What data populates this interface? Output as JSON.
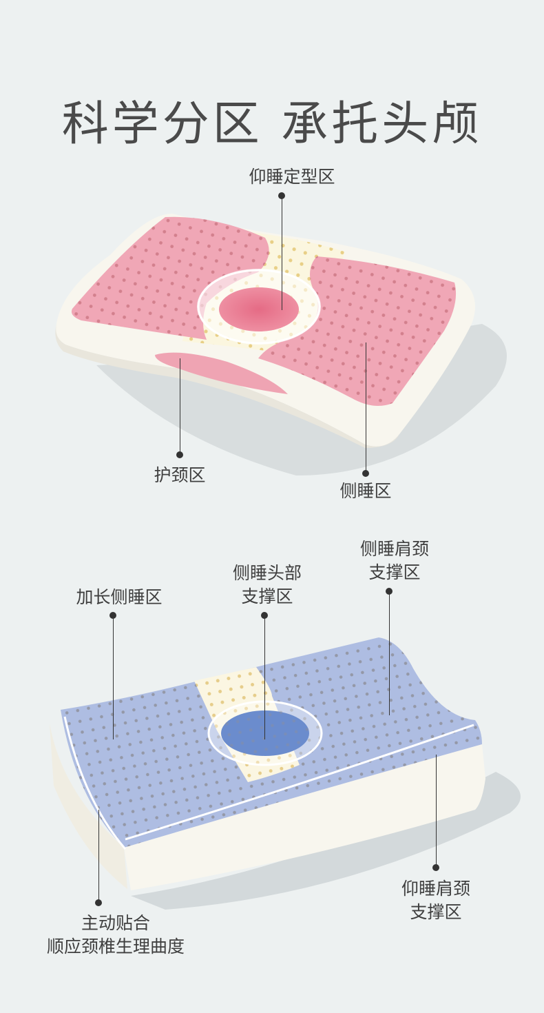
{
  "title": "科学分区 承托头颅",
  "pillow1": {
    "labels": {
      "supine": "仰睡定型区",
      "neck": "护颈区",
      "side": "侧睡区"
    }
  },
  "pillow2": {
    "labels": {
      "extended_side": "加长侧睡区",
      "side_head_l1": "侧睡头部",
      "side_head_l2": "支撑区",
      "side_shoulder_l1": "侧睡肩颈",
      "side_shoulder_l2": "支撑区",
      "supine_shoulder_l1": "仰睡肩颈",
      "supine_shoulder_l2": "支撑区",
      "fit_l1": "主动贴合",
      "fit_l2": "顺应颈椎生理曲度"
    }
  },
  "colors": {
    "background": "#edf1f1",
    "pink_zone": "#f0a7b6",
    "blue_zone": "#aebde2",
    "latex_white": "#f8f6ee"
  }
}
